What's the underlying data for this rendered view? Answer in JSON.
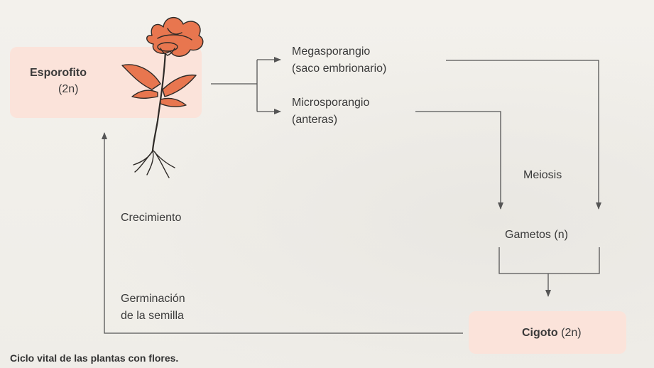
{
  "sporophyte": {
    "name": "Esporofito",
    "ploidy": "(2n)"
  },
  "megasporangium": {
    "name": "Megasporangio",
    "detail": "(saco embrionario)"
  },
  "microsporangium": {
    "name": "Microsporangio",
    "detail": "(anteras)"
  },
  "meiosis": "Meiosis",
  "gametes": "Gametos (n)",
  "zygote": {
    "name": "Cigoto",
    "ploidy": "(2n)"
  },
  "growth": "Crecimiento",
  "germination": {
    "line1": "Germinación",
    "line2": "de la semilla"
  },
  "caption": "Ciclo vital de las plantas con flores.",
  "colors": {
    "box_fill": "#fbe3da",
    "flower": "#e8764f",
    "line": "#555555"
  },
  "icons": [
    "flowering-plant-illustration"
  ]
}
